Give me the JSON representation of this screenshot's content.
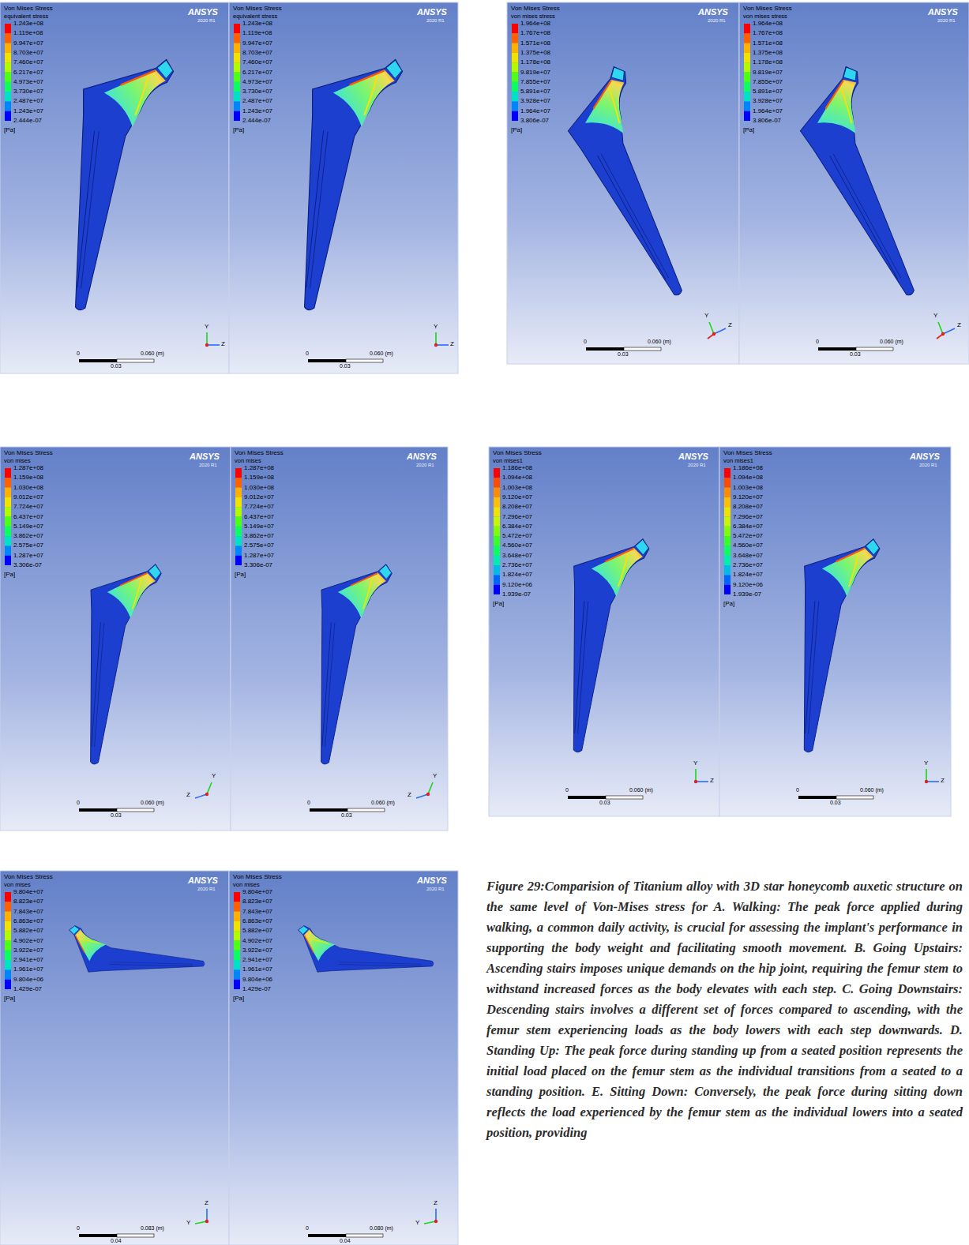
{
  "diagram": {
    "caption": "Figure 29:Comparision of Titanium alloy with 3D star honeycomb auxetic structure on the same level of Von-Mises stress for A. Walking: The peak force applied during walking, a common daily activity, is crucial for assessing the implant's performance in supporting the body weight and facilitating smooth movement. B. Going Upstairs: Ascending stairs imposes unique demands on the hip joint, requiring the femur stem to withstand increased forces as the body elevates with each step. C. Going Downstairs: Descending stairs involves a different set of forces compared to ascending, with the femur stem experiencing loads as the body lowers with each step downwards. D. Standing Up: The peak force during standing up from a seated position represents the initial load placed on the femur stem as the individual transitions from a seated to a standing position. E. Sitting Down: Conversely, the peak force during sitting down reflects the load experienced by the femur stem as the individual lowers into a seated position, providing",
    "nodes": [
      {
        "text": [
          "Von Mises Stress",
          "equivalent stress",
          "1.243e+08",
          "1.119e+08",
          "9.947e+07",
          "8.703e+07",
          "7.460e+07",
          "6.217e+07",
          "4.973e+07",
          "3.730e+07",
          "2.487e+07",
          "1.243e+07",
          "2.444e-07",
          "[Pa]",
          "ANSYS",
          "2020 R1",
          "0",
          "0.060 (m)",
          "0.03",
          "Y",
          "Z"
        ]
      },
      {
        "text": [
          "Von Mises Stress",
          "equivalent stress",
          "1.243e+08",
          "1.119e+08",
          "9.947e+07",
          "8.703e+07",
          "7.460e+07",
          "6.217e+07",
          "4.973e+07",
          "3.730e+07",
          "2.487e+07",
          "1.243e+07",
          "2.444e-07",
          "[Pa]",
          "ANSYS",
          "2020 R1",
          "0",
          "0.060 (m)",
          "0.03",
          "Y",
          "Z"
        ]
      },
      {
        "text": [
          "Von Mises Stress",
          "von mises stress",
          "1.964e+08",
          "1.767e+08",
          "1.571e+08",
          "1.375e+08",
          "1.178e+08",
          "9.819e+07",
          "7.855e+07",
          "5.891e+07",
          "3.928e+07",
          "1.964e+07",
          "3.806e-07",
          "[Pa]",
          "ANSYS",
          "2020 R1",
          "0",
          "0.060 (m)",
          "0.03",
          "Y",
          "Z"
        ]
      },
      {
        "text": [
          "Von Mises Stress",
          "von mises stress",
          "1.964e+08",
          "1.767e+08",
          "1.571e+08",
          "1.375e+08",
          "1.178e+08",
          "9.819e+07",
          "7.855e+07",
          "5.891e+07",
          "3.928e+07",
          "1.964e+07",
          "3.806e-07",
          "[Pa]",
          "ANSYS",
          "2020 R1",
          "0",
          "0.060 (m)",
          "0.03",
          "Y",
          "Z"
        ]
      },
      {
        "text": [
          "Von Mises Stress",
          "von mises",
          "1.287e+08",
          "1.159e+08",
          "1.030e+08",
          "9.012e+07",
          "7.724e+07",
          "6.437e+07",
          "5.149e+07",
          "3.862e+07",
          "2.575e+07",
          "1.287e+07",
          "3.306e-07",
          "[Pa]",
          "ANSYS",
          "2020 R1",
          "0",
          "0.060 (m)",
          "0.03",
          "Z",
          "Y"
        ]
      },
      {
        "text": [
          "Von Mises Stress",
          "von mises",
          "1.287e+08",
          "1.159e+08",
          "1.030e+08",
          "9.012e+07",
          "7.724e+07",
          "6.437e+07",
          "5.149e+07",
          "3.862e+07",
          "2.575e+07",
          "1.287e+07",
          "3.306e-07",
          "[Pa]",
          "ANSYS",
          "2020 R1",
          "0",
          "0.060 (m)",
          "0.03",
          "Z",
          "Y"
        ]
      },
      {
        "text": [
          "Von Mises Stress",
          "von mises1",
          "1.186e+08",
          "1.094e+08",
          "1.003e+08",
          "9.120e+07",
          "8.208e+07",
          "7.296e+07",
          "6.384e+07",
          "5.472e+07",
          "4.560e+07",
          "3.648e+07",
          "2.736e+07",
          "1.824e+07",
          "9.120e+06",
          "1.939e-07",
          "[Pa]",
          "ANSYS",
          "2020 R1",
          "0",
          "0.060 (m)",
          "0.03",
          "Y",
          "Z"
        ]
      },
      {
        "text": [
          "Von Mises Stress",
          "von mises1",
          "1.186e+08",
          "1.094e+08",
          "1.003e+08",
          "9.120e+07",
          "8.208e+07",
          "7.296e+07",
          "6.384e+07",
          "5.472e+07",
          "4.560e+07",
          "3.648e+07",
          "2.736e+07",
          "1.824e+07",
          "9.120e+06",
          "1.939e-07",
          "[Pa]",
          "ANSYS",
          "2020 R1",
          "0",
          "0.060 (m)",
          "0.03",
          "Y",
          "Z"
        ]
      },
      {
        "text": [
          "Von Mises Stress",
          "von mises",
          "9.804e+07",
          "8.823e+07",
          "7.843e+07",
          "6.863e+07",
          "5.882e+07",
          "4.902e+07",
          "3.922e+07",
          "2.941e+07",
          "1.961e+07",
          "9.804e+06",
          "1.429e-07",
          "[Pa]",
          "ANSYS",
          "2020 R1",
          "0",
          "0.083 (m)",
          "0.04",
          "Z",
          "Y"
        ]
      },
      {
        "text": [
          "Von Mises Stress",
          "von mises",
          "9.804e+07",
          "8.823e+07",
          "7.843e+07",
          "6.863e+07",
          "5.882e+07",
          "4.902e+07",
          "3.922e+07",
          "2.941e+07",
          "1.961e+07",
          "9.804e+06",
          "1.429e-07",
          "[Pa]",
          "ANSYS",
          "2020 R1",
          "0",
          "0.080 (m)",
          "0.04",
          "Z",
          "Y"
        ]
      }
    ]
  }
}
